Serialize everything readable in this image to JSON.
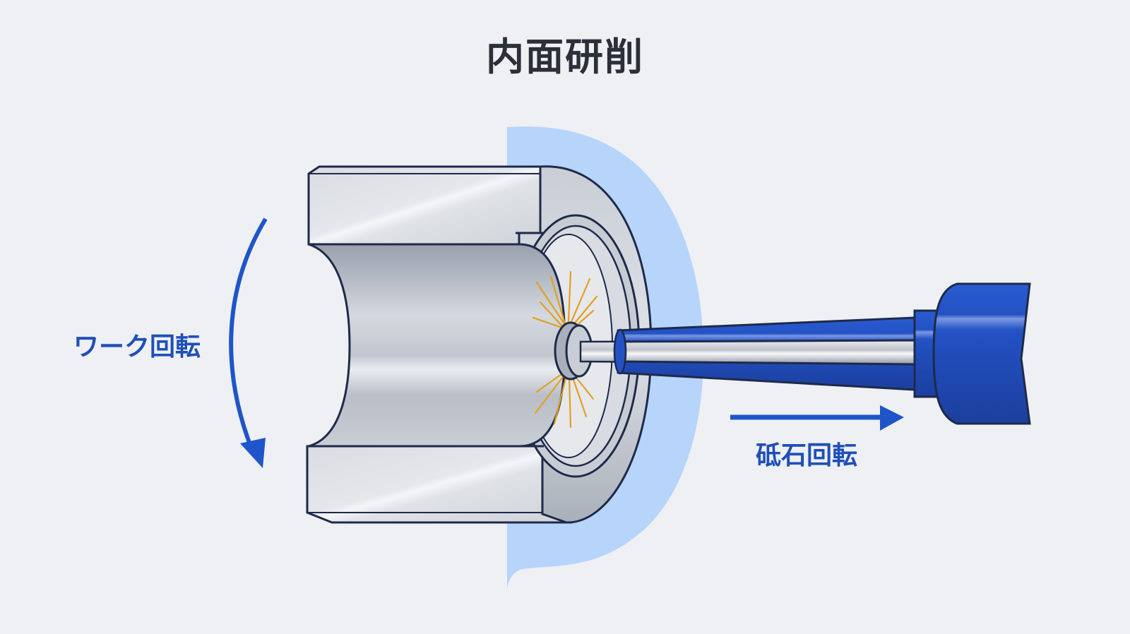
{
  "title": "内面研削",
  "labels": {
    "work_rotation": "ワーク回転",
    "wheel_rotation": "砥石回転"
  },
  "colors": {
    "background": "#eef0f4",
    "title_text": "#2b2f38",
    "label_text": "#1f4fb8",
    "arrow": "#1f55c8",
    "spindle_blue": "#2352c4",
    "spindle_blue_light": "#6f90e0",
    "coolant_area": "#b7d4fb",
    "metal_light": "#dfe2e7",
    "metal_mid": "#b8bdc6",
    "metal_dark": "#8f96a3",
    "outline": "#1e2a4a",
    "sparks": "#e2a020"
  },
  "icons": {
    "work_arrow": "curved-down-arrow",
    "wheel_arrow": "right-arrow",
    "sparks": "grinding-sparks"
  }
}
